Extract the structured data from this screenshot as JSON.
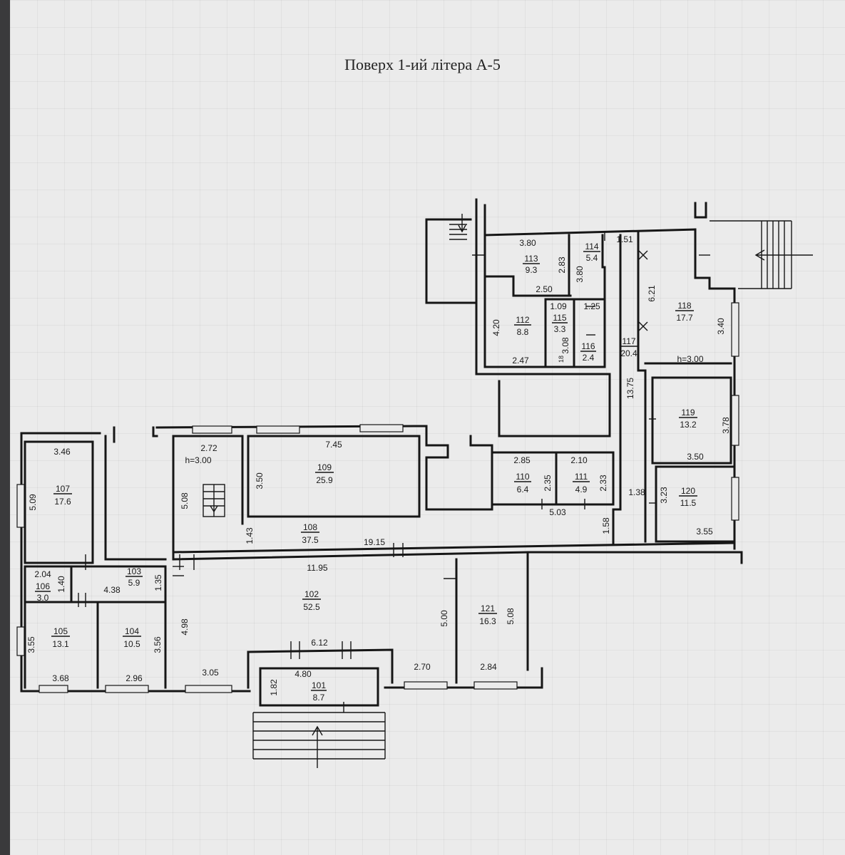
{
  "title": "Поверх 1-ий літера А-5",
  "rooms": [
    {
      "id": "room-101",
      "number": "101",
      "area": "8.7"
    },
    {
      "id": "room-102",
      "number": "102",
      "area": "52.5"
    },
    {
      "id": "room-103",
      "number": "103",
      "area": "5.9"
    },
    {
      "id": "room-104",
      "number": "104",
      "area": "10.5"
    },
    {
      "id": "room-105",
      "number": "105",
      "area": "13.1"
    },
    {
      "id": "room-106",
      "number": "106",
      "area": "3.0"
    },
    {
      "id": "room-107",
      "number": "107",
      "area": "17.6"
    },
    {
      "id": "room-108",
      "number": "108",
      "area": "37.5"
    },
    {
      "id": "room-109",
      "number": "109",
      "area": "25.9"
    },
    {
      "id": "room-110",
      "number": "110",
      "area": "6.4"
    },
    {
      "id": "room-111",
      "number": "111",
      "area": "4.9"
    },
    {
      "id": "room-112",
      "number": "112",
      "area": "8.8"
    },
    {
      "id": "room-113",
      "number": "113",
      "area": "9.3"
    },
    {
      "id": "room-114",
      "number": "114",
      "area": "5.4"
    },
    {
      "id": "room-115",
      "number": "115",
      "area": "3.3"
    },
    {
      "id": "room-116",
      "number": "116",
      "area": "2.4"
    },
    {
      "id": "room-117",
      "number": "117",
      "area": "20.4"
    },
    {
      "id": "room-118",
      "number": "118",
      "area": "17.7"
    },
    {
      "id": "room-119",
      "number": "119",
      "area": "13.2"
    },
    {
      "id": "room-120",
      "number": "120",
      "area": "11.5"
    },
    {
      "id": "room-121",
      "number": "121",
      "area": "16.3"
    }
  ],
  "dimensions": {
    "d_3_80": "3.80",
    "d_2_83": "2.83",
    "d_2_50": "2.50",
    "d_4_20": "4.20",
    "d_2_47": "2.47",
    "d_1_09": "1.09",
    "d_1_25": "1.25",
    "d_3_08": "3.08",
    "d_1_51": "1.51",
    "d_3_80b": "3.80",
    "d_6_21": "6.21",
    "d_3_40": "3.40",
    "h_3_00a": "h=3.00",
    "d_13_75": "13.75",
    "d_3_78": "3.78",
    "d_3_50a": "3.50",
    "d_1_38": "1.38",
    "d_3_23": "3.23",
    "d_3_55a": "3.55",
    "d_1_58": "1.58",
    "d_2_85": "2.85",
    "d_2_35": "2.35",
    "d_2_10": "2.10",
    "d_2_33": "2.33",
    "d_5_03": "5.03",
    "d_7_45": "7.45",
    "d_3_50b": "3.50",
    "d_2_72": "2.72",
    "h_3_00b": "h=3.00",
    "d_5_08a": "5.08",
    "d_1_43": "1.43",
    "d_19_15": "19.15",
    "d_3_46": "3.46",
    "d_5_09": "5.09",
    "d_2_04": "2.04",
    "d_1_40": "1.40",
    "d_4_38": "4.38",
    "d_1_35": "1.35",
    "d_11_95": "11.95",
    "d_4_98": "4.98",
    "d_5_00": "5.00",
    "d_5_08b": "5.08",
    "d_3_55b": "3.55",
    "d_3_56": "3.56",
    "d_3_68": "3.68",
    "d_2_96": "2.96",
    "d_3_05": "3.05",
    "d_6_12": "6.12",
    "d_4_80": "4.80",
    "d_1_82": "1.82",
    "d_2_70": "2.70",
    "d_2_84": "2.84",
    "stair_mark": "18"
  }
}
